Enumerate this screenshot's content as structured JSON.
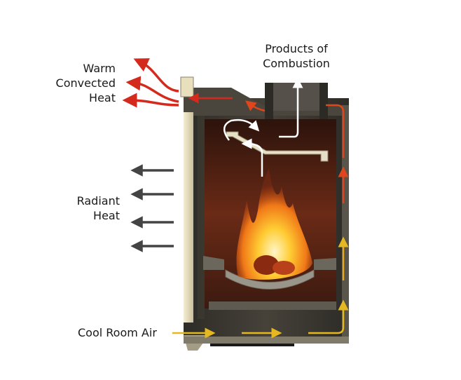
{
  "title": "Wood stove heat flow diagram",
  "labels": {
    "warm_convected_heat": [
      "Warm",
      "Convected",
      "Heat"
    ],
    "products_of_combustion": [
      "Products of",
      "Combustion"
    ],
    "radiant_heat": [
      "Radiant",
      "Heat"
    ],
    "cool_room_air": "Cool Room Air"
  },
  "colors": {
    "convected_arrow": "#d42a1e",
    "internal_hot_arrow": "#e0461c",
    "cool_air_arrow": "#e6b820",
    "radiant_arrow": "#444444",
    "flue_arrow": "#ffffff",
    "firebox_back": "#5a2212",
    "stove_body": "#3d3a33",
    "stove_panel": "#d8cfae"
  }
}
